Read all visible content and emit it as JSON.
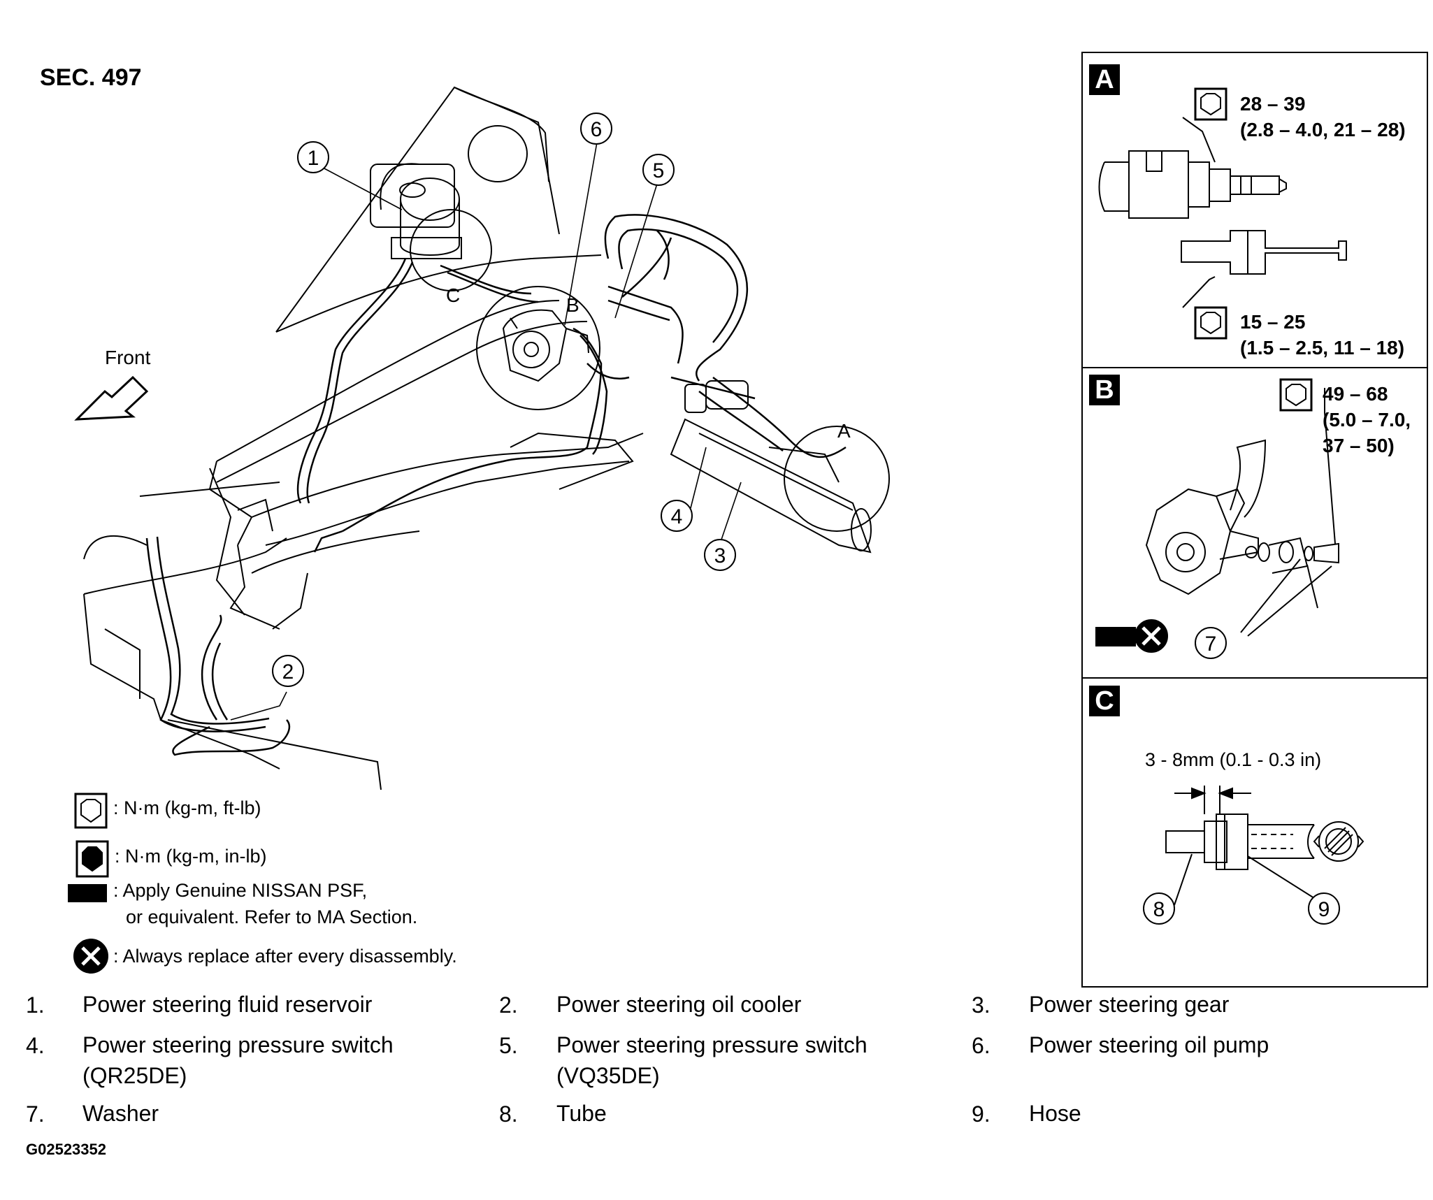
{
  "section": "SEC. 497",
  "front_label": "Front",
  "callouts": [
    "1",
    "2",
    "3",
    "4",
    "5",
    "6",
    "7",
    "8",
    "9"
  ],
  "detail_letters": [
    "A",
    "B",
    "C"
  ],
  "details": {
    "A": {
      "torque_upper": "28 – 39",
      "torque_upper_units": "(2.8 – 4.0, 21 – 28)",
      "torque_lower": "15 – 25",
      "torque_lower_units": "(1.5 – 2.5, 11 – 18)"
    },
    "B": {
      "torque_line1": "49 – 68",
      "torque_line2": "(5.0 – 7.0,",
      "torque_line3": "37 – 50)"
    },
    "C": {
      "gap": "3 - 8mm (0.1 - 0.3 in)"
    }
  },
  "legend": {
    "torque_ftlb": ": N·m (kg-m, ft-lb)",
    "torque_inlb": ": N·m (kg-m, in-lb)",
    "psf_line1": ": Apply Genuine NISSAN PSF,",
    "psf_line2": "or equivalent. Refer to MA Section.",
    "replace": ": Always replace after every disassembly."
  },
  "parts": [
    {
      "num": "1.",
      "label": "Power steering fluid reservoir"
    },
    {
      "num": "2.",
      "label": "Power steering oil cooler"
    },
    {
      "num": "3.",
      "label": "Power steering gear"
    },
    {
      "num": "4.",
      "label": "Power steering pressure switch",
      "label2": "(QR25DE)"
    },
    {
      "num": "5.",
      "label": "Power steering pressure switch",
      "label2": "(VQ35DE)"
    },
    {
      "num": "6.",
      "label": "Power steering oil pump"
    },
    {
      "num": "7.",
      "label": "Washer"
    },
    {
      "num": "8.",
      "label": "Tube"
    },
    {
      "num": "9.",
      "label": "Hose"
    }
  ],
  "figure_code": "G02523352"
}
